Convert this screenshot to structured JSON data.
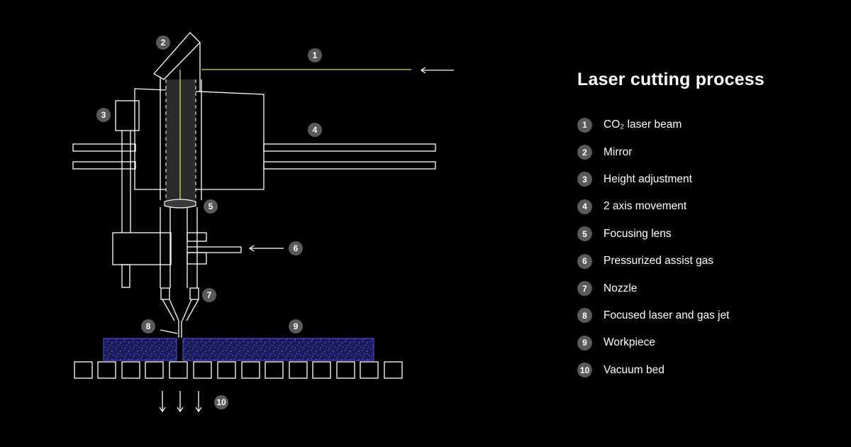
{
  "title": "Laser cutting process",
  "colors": {
    "background": "#000000",
    "badge": "#5a5a5a",
    "laser_beam": "#d6dc4e",
    "workpiece": "#1b1a5e",
    "workpiece_stroke": "#4a46c8"
  },
  "legend": [
    {
      "num": "1",
      "label": "CO₂ laser beam"
    },
    {
      "num": "2",
      "label": "Mirror"
    },
    {
      "num": "3",
      "label": "Height adjustment"
    },
    {
      "num": "4",
      "label": "2 axis movement"
    },
    {
      "num": "5",
      "label": "Focusing lens"
    },
    {
      "num": "6",
      "label": "Pressurized assist gas"
    },
    {
      "num": "7",
      "label": "Nozzle"
    },
    {
      "num": "8",
      "label": "Focused laser and gas jet"
    },
    {
      "num": "9",
      "label": "Workpiece"
    },
    {
      "num": "10",
      "label": "Vacuum bed"
    }
  ]
}
